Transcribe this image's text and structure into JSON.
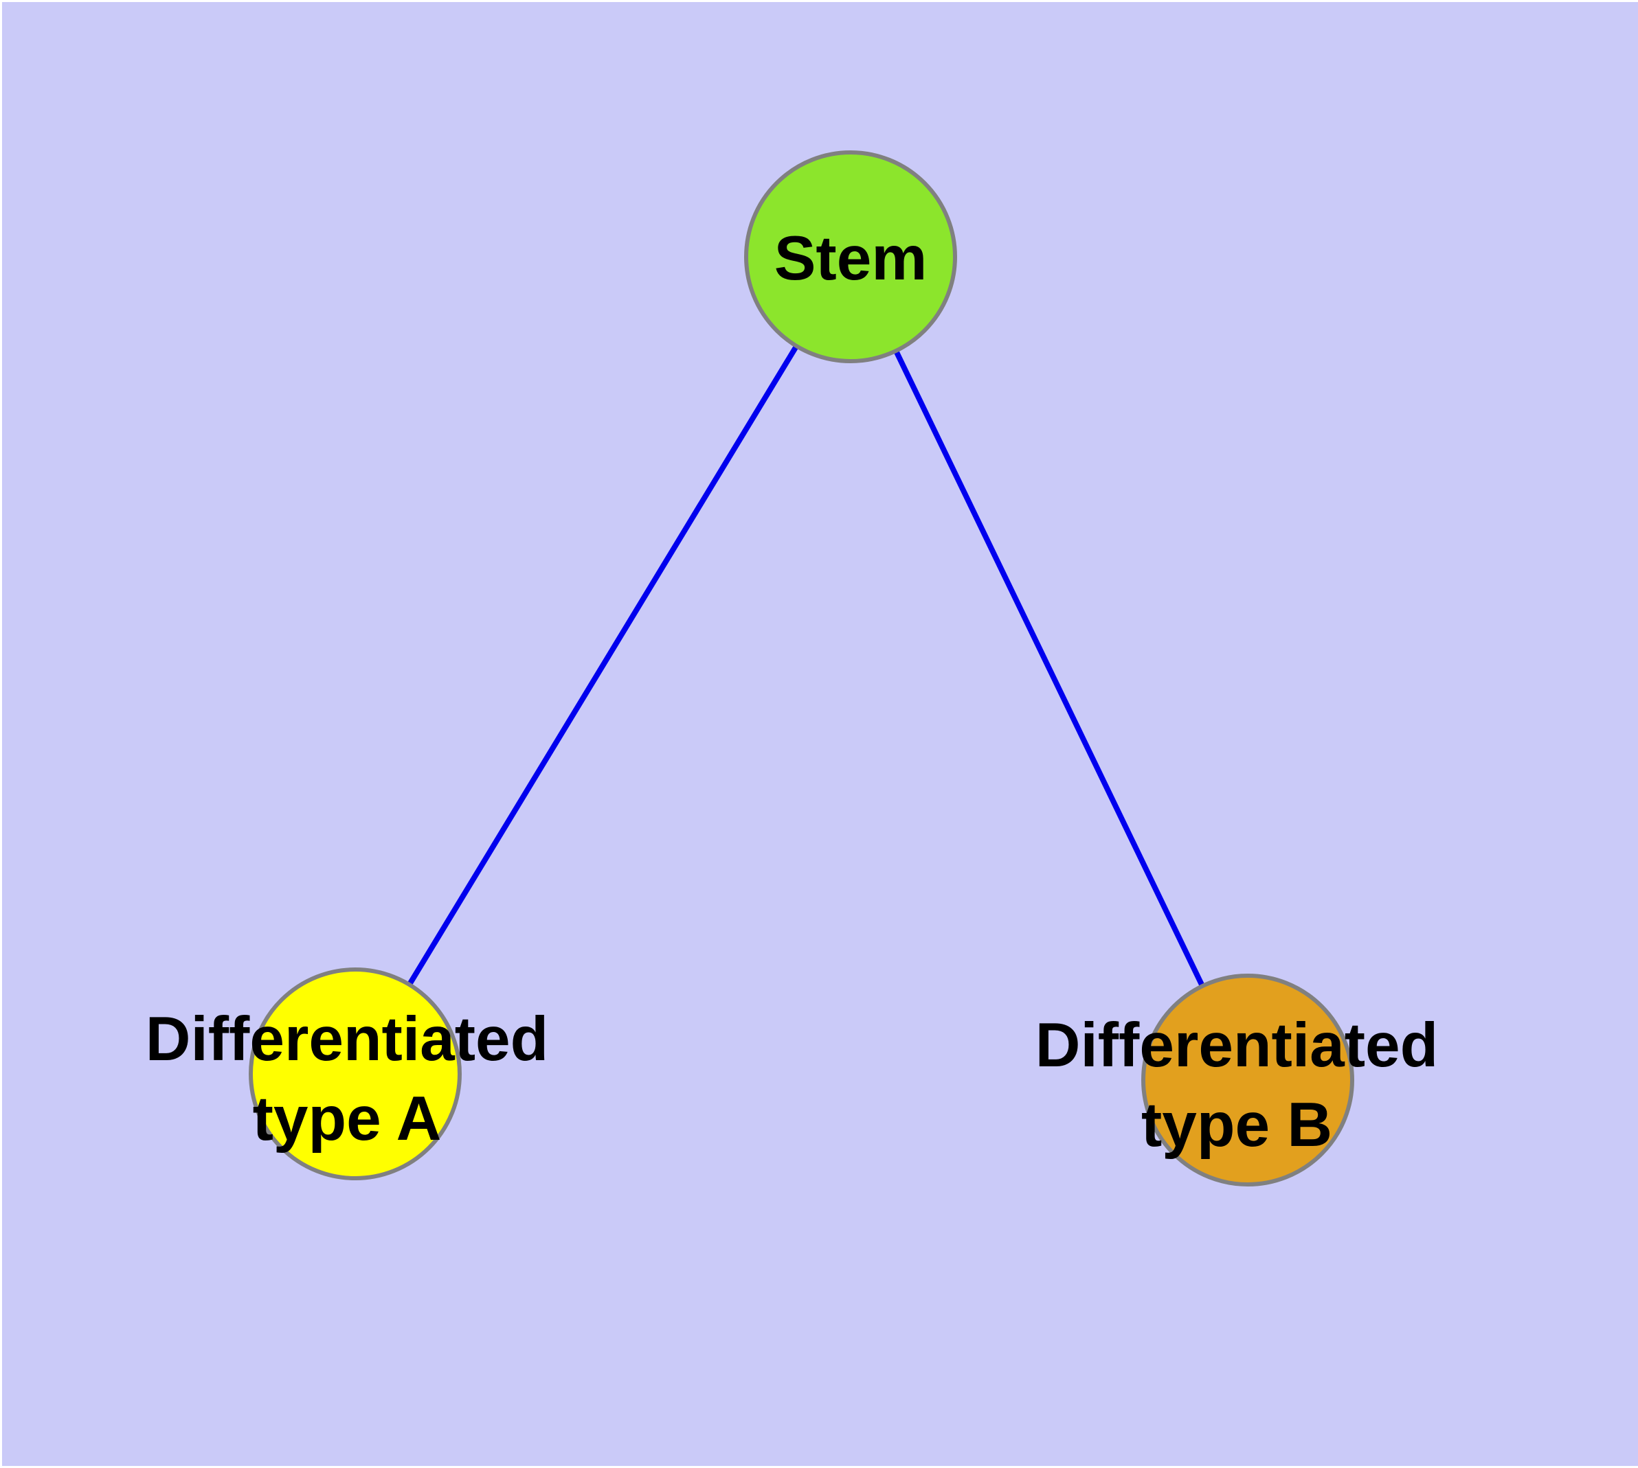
{
  "diagram": {
    "background_color": "#CACAF8",
    "edge_color": "#0000EE",
    "node_border_color": "#808080",
    "text_color": "#000000",
    "nodes": {
      "stem": {
        "label": "Stem",
        "fill": "#8CE52C"
      },
      "type_a": {
        "label_line1": "Differentiated",
        "label_line2": "type A",
        "fill": "#FFFF00"
      },
      "type_b": {
        "label_line1": "Differentiated",
        "label_line2": "type B",
        "fill": "#E2A01E"
      }
    },
    "edges": [
      {
        "from": "Stem",
        "to": "Differentiated type A"
      },
      {
        "from": "Stem",
        "to": "Differentiated type B"
      }
    ]
  }
}
